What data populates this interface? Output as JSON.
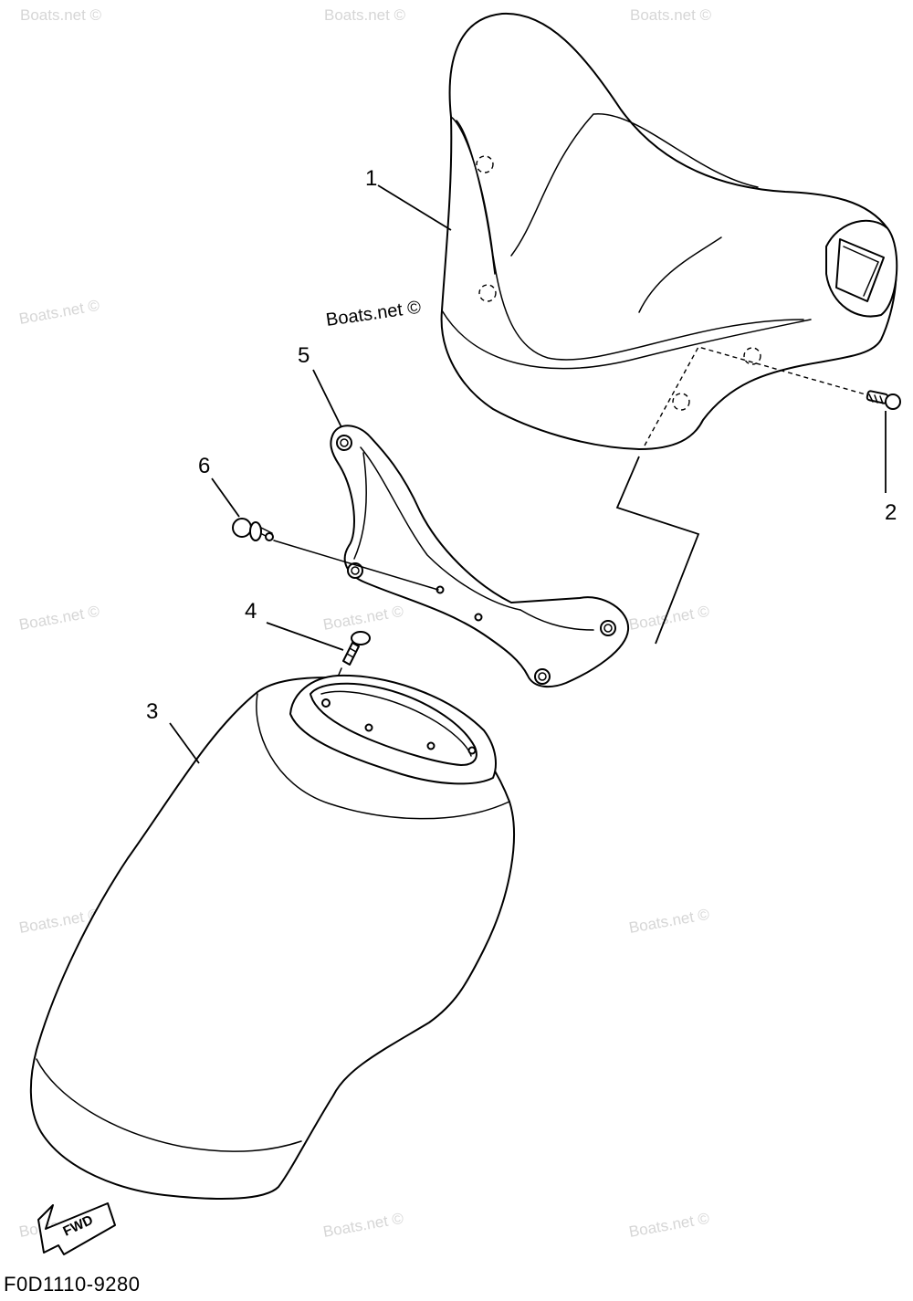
{
  "figure_code": "F0D1110-9280",
  "fwd_label": "FWD",
  "watermark_main": "Boats.net ©",
  "watermark_faint": "Boats.net ©",
  "callouts": {
    "part1": "1",
    "part2": "2",
    "part3": "3",
    "part4": "4",
    "part5": "5",
    "part6": "6"
  },
  "colors": {
    "line": "#000000",
    "background": "#ffffff",
    "watermark": "#d6d6d6"
  }
}
